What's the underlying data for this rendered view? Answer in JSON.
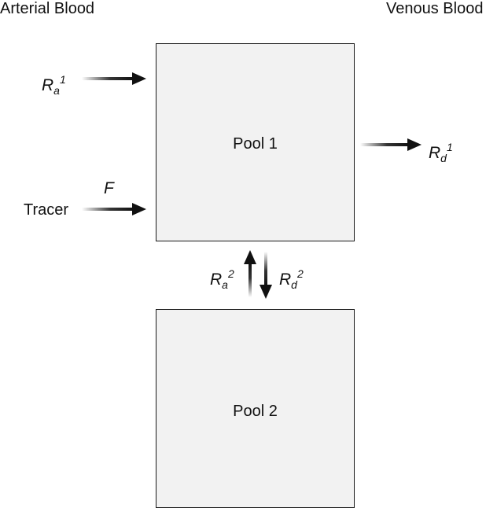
{
  "header": {
    "left_title": "Arterial Blood",
    "right_title": "Venous Blood"
  },
  "pools": [
    {
      "label": "Pool 1"
    },
    {
      "label": "Pool 2"
    }
  ],
  "inputs": {
    "ra1": {
      "symbol": "R",
      "sub": "a",
      "sup": "1"
    },
    "tracer_label": "Tracer",
    "tracer_rate": "F"
  },
  "outputs": {
    "rd1": {
      "symbol": "R",
      "sub": "d",
      "sup": "1"
    }
  },
  "exchange": {
    "ra2": {
      "symbol": "R",
      "sub": "a",
      "sup": "2"
    },
    "rd2": {
      "symbol": "R",
      "sub": "d",
      "sup": "2"
    }
  },
  "colors": {
    "arrow": "#111111",
    "pool_fill": "#f2f2f2",
    "pool_border": "#1a1a1a"
  }
}
